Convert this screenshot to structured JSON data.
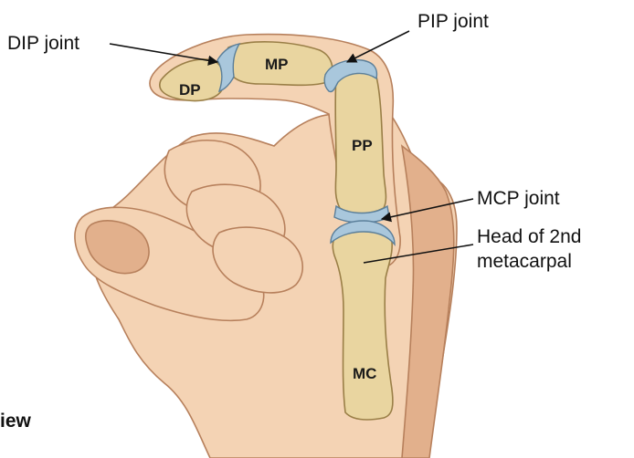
{
  "labels": {
    "dip_joint": "DIP joint",
    "pip_joint": "PIP joint",
    "mcp_joint": "MCP joint",
    "head_line1": "Head of 2nd",
    "head_line2": "metacarpal",
    "view_partial": "iew"
  },
  "bones": {
    "dp": "DP",
    "mp": "MP",
    "pp": "PP",
    "mc": "MC"
  },
  "colors": {
    "skin": "#f4d3b4",
    "skin_shadow": "#e2b08c",
    "skin_outline": "#b7805c",
    "bone": "#e9d5a0",
    "bone_outline": "#9a7f47",
    "cartilage": "#a9c7dc",
    "cartilage_outline": "#5b7f9a",
    "text": "#111111"
  }
}
